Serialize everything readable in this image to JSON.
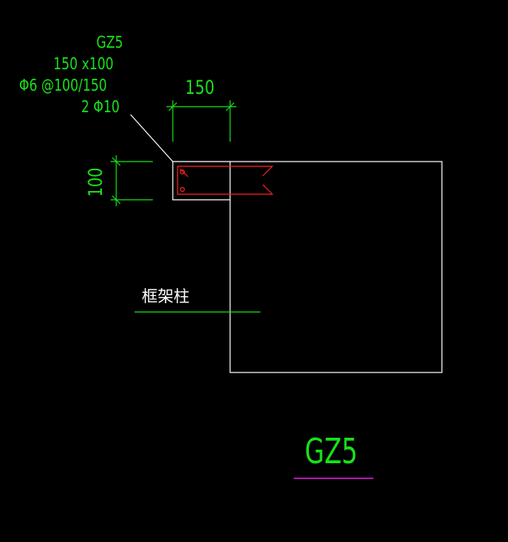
{
  "drawing": {
    "callout": {
      "name": "GZ5",
      "size": "150 x100",
      "stirrup": "Φ6 @100/150",
      "rebar": "2 Φ10"
    },
    "dim_width": "150",
    "dim_height": "100",
    "frame_label": "框架柱",
    "title": "GZ5"
  },
  "colors": {
    "background": "#000000",
    "green": "#19e019",
    "white": "#ffffff",
    "red": "#ff2020",
    "magenta": "#e020e0"
  }
}
